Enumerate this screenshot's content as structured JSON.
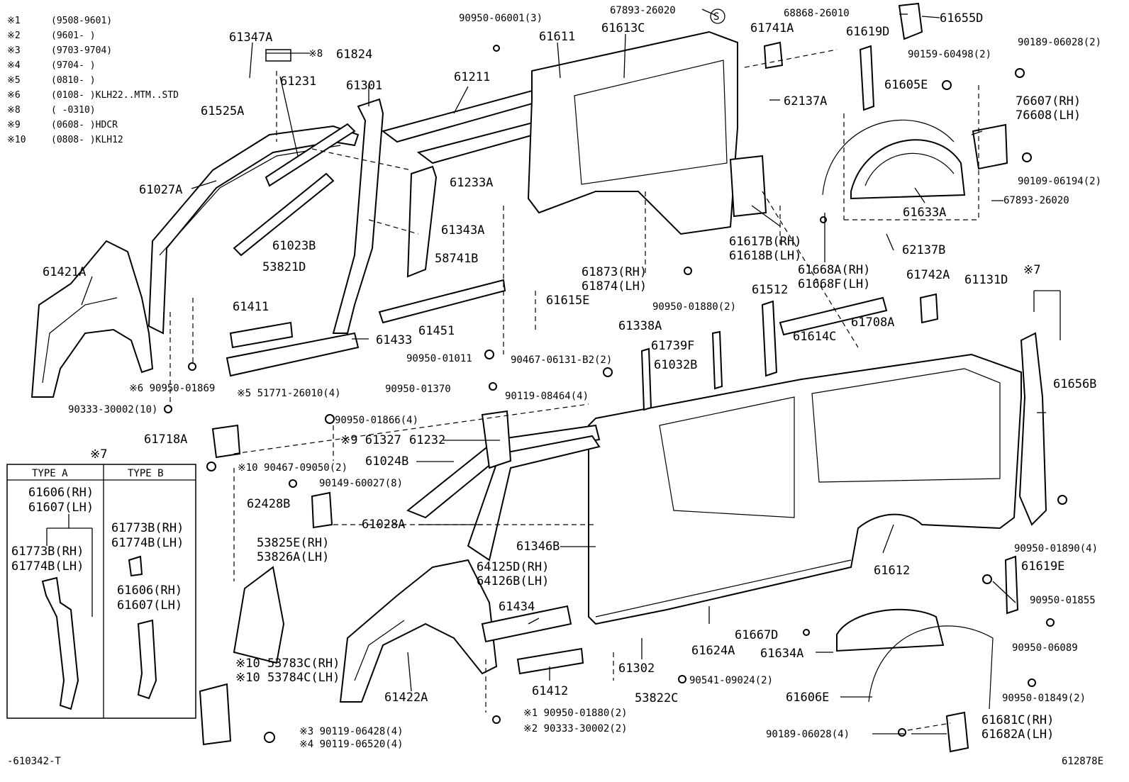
{
  "footer": {
    "left_code": "-610342-T",
    "right_code": "612878E"
  },
  "notes": [
    {
      "mark": "※1",
      "text": "(9508-9601)"
    },
    {
      "mark": "※2",
      "text": "(9601-      )"
    },
    {
      "mark": "※3",
      "text": "(9703-9704)"
    },
    {
      "mark": "※4",
      "text": "(9704-      )"
    },
    {
      "mark": "※5",
      "text": "(0810-      )"
    },
    {
      "mark": "※6",
      "text": "(0108-      )KLH22..MTM..STD"
    },
    {
      "mark": "※8",
      "text": "(      -0310)"
    },
    {
      "mark": "※9",
      "text": "(0608-      )HDCR"
    },
    {
      "mark": "※10",
      "text": "(0808-      )KLH12"
    }
  ],
  "inset": {
    "mark": "※7",
    "type_a": "TYPE A",
    "type_b": "TYPE B",
    "a_labels": [
      "61606(RH)",
      "61607(LH)",
      "61773B(RH)",
      "61774B(LH)"
    ],
    "b_labels": [
      "61773B(RH)",
      "61774B(LH)",
      "61606(RH)",
      "61607(LH)"
    ]
  },
  "labels": {
    "l61347A": "61347A",
    "l61824": "61824",
    "l8mark": "※8",
    "l61231": "61231",
    "l61301": "61301",
    "l61525A": "61525A",
    "l61027A": "61027A",
    "l61023B": "61023B",
    "l53821D": "53821D",
    "l61421A": "61421A",
    "l61411": "61411",
    "l61433": "61433",
    "l90950_01869": "※6 90950-01869",
    "l51771": "※5 51771-26010(4)",
    "l90333_10": "90333-30002(10)",
    "l61211": "61211",
    "l90950_06001": "90950-06001(3)",
    "l61611": "61611",
    "l61613C": "61613C",
    "l67893_top": "67893-26020",
    "l68868": "68868-26010",
    "l61741A": "61741A",
    "l61619D": "61619D",
    "l61655D": "61655D",
    "l90189_top": "90189-06028(2)",
    "l90159": "90159-60498(2)",
    "l61605E": "61605E",
    "l62137A": "62137A",
    "l76607": "76607(RH)",
    "l76608": "76608(LH)",
    "l90109": "90109-06194(2)",
    "l67893_r": "67893-26020",
    "l61633A": "61633A",
    "l61233A": "61233A",
    "l61343A": "61343A",
    "l58741B": "58741B",
    "l61451": "61451",
    "l61615E": "61615E",
    "l61873": "61873(RH)",
    "l61874": "61874(LH)",
    "l61617B": "61617B(RH)",
    "l61618B": "61618B(LH)",
    "l61668A": "61668A(RH)",
    "l61668F": "61668F(LH)",
    "l62137B": "62137B",
    "l90950_01880a": "90950-01880(2)",
    "l61512": "61512",
    "l61742A": "61742A",
    "l61131D": "61131D",
    "l7mark": "※7",
    "l61708A": "61708A",
    "l61338A": "61338A",
    "l61739F": "61739F",
    "l61614C": "61614C",
    "l61032B": "61032B",
    "l90950_01011": "90950-01011",
    "l90467_B2": "90467-06131-B2(2)",
    "l90950_01370": "90950-01370",
    "l90119_08464": "90119-08464(4)",
    "l61656B": "61656B",
    "l90950_01866": "90950-01866(4)",
    "l61718A": "61718A",
    "l61327": "※9 61327",
    "l61232": "61232",
    "l61024B": "61024B",
    "l90467_09050": "※10 90467-09050(2)",
    "l90149": "90149-60027(8)",
    "l62428B": "62428B",
    "l61028A": "61028A",
    "l53825E": "53825E(RH)",
    "l53826A": "53826A(LH)",
    "l61346B": "61346B",
    "l64125D": "64125D(RH)",
    "l64126B": "64126B(LH)",
    "l61612": "61612",
    "l90950_01890": "90950-01890(4)",
    "l61619E": "61619E",
    "l90950_01855": "90950-01855",
    "l61434": "61434",
    "l61667D": "61667D",
    "l61634A": "61634A",
    "l90950_06089": "90950-06089",
    "l53783C": "※10 53783C(RH)",
    "l53784C": "※10 53784C(LH)",
    "l61422A": "61422A",
    "l61412": "61412",
    "l61302": "61302",
    "l61624A": "61624A",
    "l90541": "90541-09024(2)",
    "l90950_01849": "90950-01849(2)",
    "l61606E": "61606E",
    "l53822C": "53822C",
    "l90950_01880b": "※1 90950-01880(2)",
    "l90333_2": "※2 90333-30002(2)",
    "l61681C": "61681C(RH)",
    "l61682A": "61682A(LH)",
    "l90189_bot": "90189-06028(4)",
    "l90119_06428": "※3 90119-06428(4)",
    "l90119_06520": "※4 90119-06520(4)",
    "s_mark": "S"
  }
}
